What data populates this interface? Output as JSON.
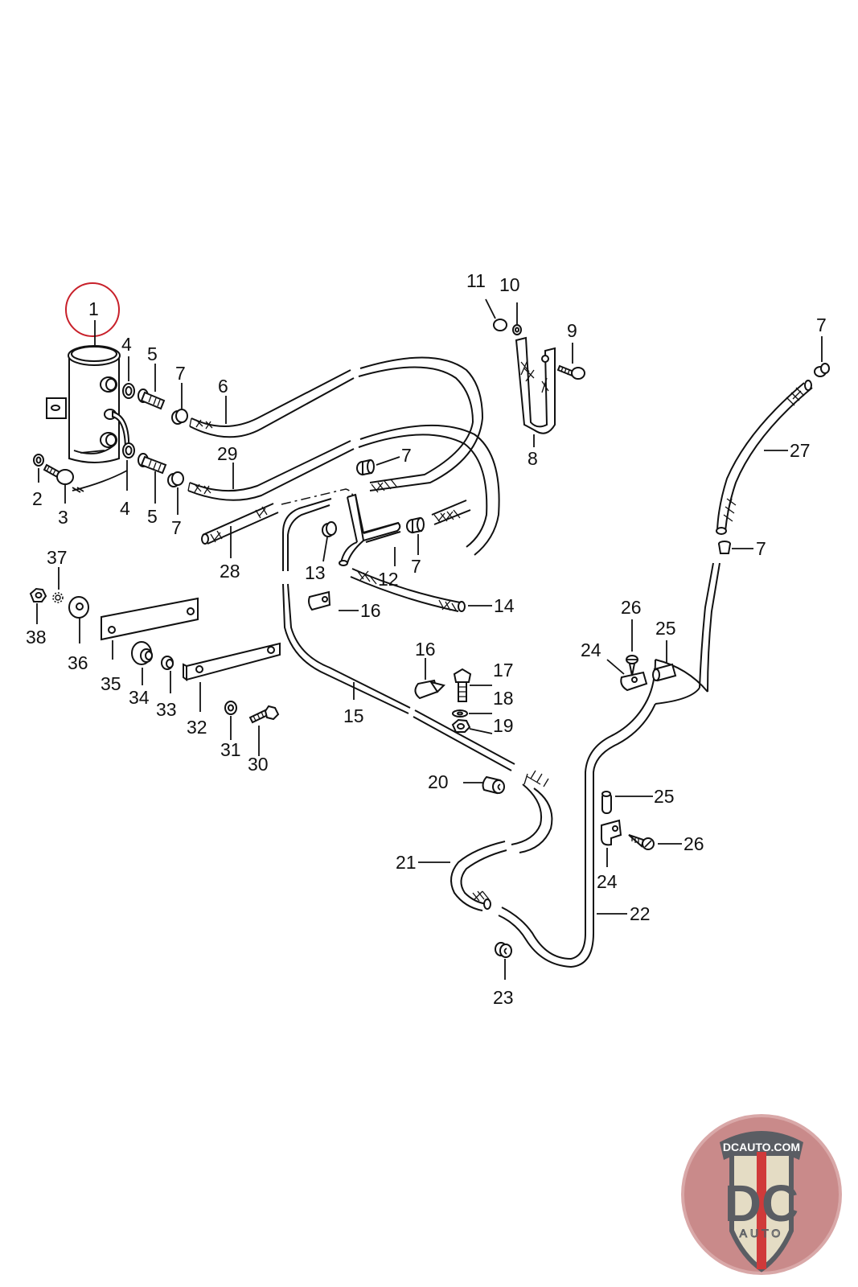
{
  "diagram": {
    "title": "Fuel pump and fuel lines exploded parts diagram",
    "highlight_color": "#c8202a",
    "highlighted_part": "1",
    "callouts": {
      "p1": "1",
      "p2": "2",
      "p3": "3",
      "p4a": "4",
      "p4b": "4",
      "p5a": "5",
      "p5b": "5",
      "p6": "6",
      "p7a": "7",
      "p7b": "7",
      "p7c": "7",
      "p7d": "7",
      "p7e": "7",
      "p7f": "7",
      "p8": "8",
      "p9": "9",
      "p10": "10",
      "p11": "11",
      "p12": "12",
      "p13": "13",
      "p14": "14",
      "p15": "15",
      "p16a": "16",
      "p16b": "16",
      "p17": "17",
      "p18": "18",
      "p19": "19",
      "p20": "20",
      "p21": "21",
      "p22": "22",
      "p23": "23",
      "p24a": "24",
      "p24b": "24",
      "p25a": "25",
      "p25b": "25",
      "p26a": "26",
      "p26b": "26",
      "p27": "27",
      "p28": "28",
      "p29": "29",
      "p30": "30",
      "p31": "31",
      "p32": "32",
      "p33": "33",
      "p34": "34",
      "p35": "35",
      "p36": "36",
      "p37": "37",
      "p38": "38"
    }
  },
  "logo": {
    "domain_text": "DCAUTO.COM",
    "mark_text": "DC",
    "sub_text": "AUTO",
    "colors": {
      "badge_bg": "#c98a8a",
      "shield_fill": "#e4dcc4",
      "shield_dark": "#5a5d63",
      "stripe": "#d03a3a"
    }
  }
}
